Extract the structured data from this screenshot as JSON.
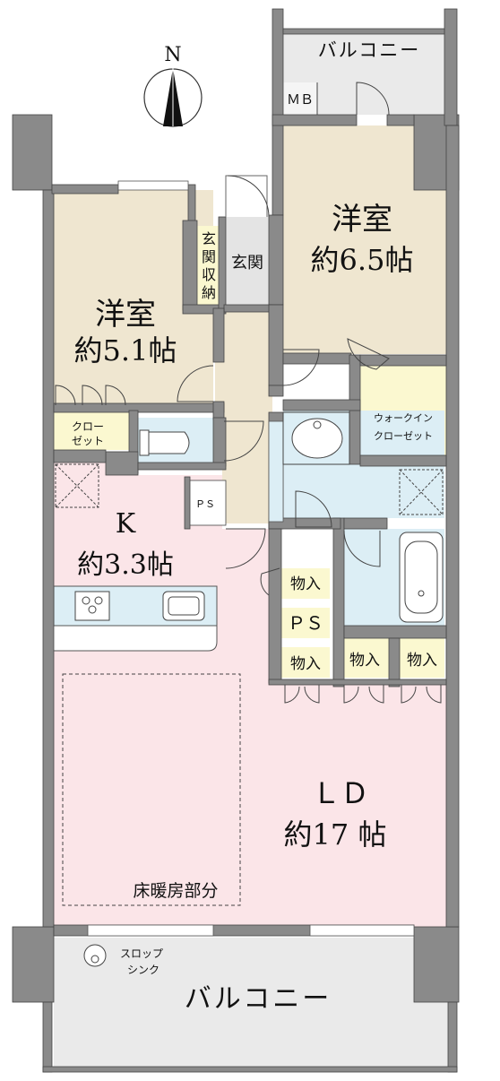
{
  "compass": {
    "north": "N"
  },
  "rooms": {
    "western_room_a": {
      "name": "洋室",
      "size": "約6.5帖"
    },
    "western_room_b": {
      "name": "洋室",
      "size": "約5.1帖"
    },
    "kitchen": {
      "name": "K",
      "size": "約3.3帖"
    },
    "living_dining": {
      "name": "ＬＤ",
      "size": "約17 帖"
    }
  },
  "labels": {
    "balcony_top": "バルコニー",
    "balcony_bottom": "バルコニー",
    "mb": "ＭＢ",
    "entrance": "玄関",
    "entrance_storage": [
      "玄",
      "関",
      "収",
      "納"
    ],
    "closet": [
      "クロー",
      "ゼット"
    ],
    "walk_in_closet": [
      "ウォークイン",
      "クローゼット"
    ],
    "ps_small": "ＰＳ",
    "ps": "ＰＳ",
    "storage": "物入",
    "floor_heating": "床暖房部分",
    "slop_sink": [
      "スロップ",
      "シンク"
    ]
  },
  "colors": {
    "wall": "#8a8a8a",
    "western_room": "#efe6d0",
    "ld": "#fbe5e8",
    "wet_area": "#dceef5",
    "storage": "#fbf8d0",
    "balcony": "#eaeaea",
    "hall": "#efe6d0",
    "entrance": "#e4e4e4"
  }
}
